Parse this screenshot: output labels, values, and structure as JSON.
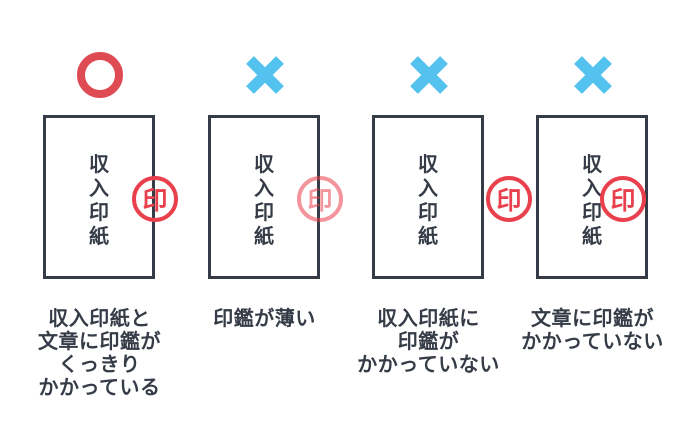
{
  "colors": {
    "ink": "#363C47",
    "correct_mark_red": "#DF4B52",
    "seal_red": "#E9404D",
    "cross_blue": "#54C2EE"
  },
  "columns": [
    {
      "mark": "circle",
      "verdict": "correct",
      "document_label": "収入印紙",
      "document_chars": [
        "収",
        "入",
        "印",
        "紙"
      ],
      "seal_label": "印",
      "seal_style": "clear-on-edge",
      "caption_lines": [
        "収入印紙と",
        "文章に印鑑が",
        "くっきり",
        "かかっている"
      ]
    },
    {
      "mark": "cross",
      "verdict": "incorrect",
      "document_label": "収入印紙",
      "document_chars": [
        "収",
        "入",
        "印",
        "紙"
      ],
      "seal_label": "印",
      "seal_style": "faint-on-edge",
      "caption_lines": [
        "印鑑が薄い"
      ]
    },
    {
      "mark": "cross",
      "verdict": "incorrect",
      "document_label": "収入印紙",
      "document_chars": [
        "収",
        "入",
        "印",
        "紙"
      ],
      "seal_label": "印",
      "seal_style": "outside-stamp",
      "caption_lines": [
        "収入印紙に",
        "印鑑が",
        "かかっていない"
      ]
    },
    {
      "mark": "cross",
      "verdict": "incorrect",
      "document_label": "収入印紙",
      "document_chars": [
        "収",
        "入",
        "印",
        "紙"
      ],
      "seal_label": "印",
      "seal_style": "inside-stamp-only",
      "caption_lines": [
        "文章に印鑑が",
        "かかっていない"
      ]
    }
  ]
}
